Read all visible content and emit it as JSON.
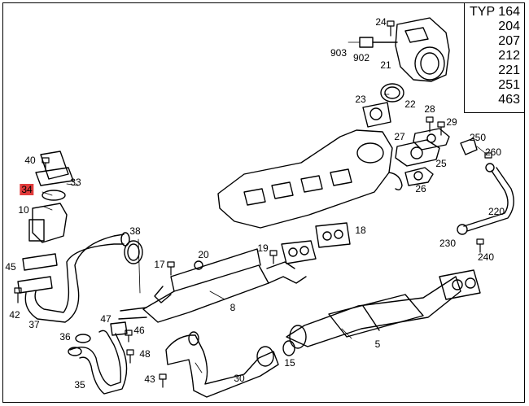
{
  "typ_box": {
    "prefix": "TYP",
    "types": [
      "164",
      "204",
      "207",
      "212",
      "221",
      "251",
      "463"
    ]
  },
  "highlight_color": "#e23b3b",
  "callouts": [
    {
      "id": "24",
      "highlighted": false
    },
    {
      "id": "903",
      "highlighted": false
    },
    {
      "id": "902",
      "highlighted": false
    },
    {
      "id": "21",
      "highlighted": false
    },
    {
      "id": "22",
      "highlighted": false
    },
    {
      "id": "23",
      "highlighted": false
    },
    {
      "id": "28",
      "highlighted": false
    },
    {
      "id": "29",
      "highlighted": false
    },
    {
      "id": "27",
      "highlighted": false
    },
    {
      "id": "250",
      "highlighted": false
    },
    {
      "id": "260",
      "highlighted": false
    },
    {
      "id": "25",
      "highlighted": false
    },
    {
      "id": "26",
      "highlighted": false
    },
    {
      "id": "220",
      "highlighted": false
    },
    {
      "id": "40",
      "highlighted": false
    },
    {
      "id": "33",
      "highlighted": false
    },
    {
      "id": "34",
      "highlighted": true
    },
    {
      "id": "10",
      "highlighted": false
    },
    {
      "id": "38",
      "highlighted": false
    },
    {
      "id": "18",
      "highlighted": false
    },
    {
      "id": "230",
      "highlighted": false
    },
    {
      "id": "240",
      "highlighted": false
    },
    {
      "id": "45",
      "highlighted": false
    },
    {
      "id": "20",
      "highlighted": false
    },
    {
      "id": "19",
      "highlighted": false
    },
    {
      "id": "17",
      "highlighted": false
    },
    {
      "id": "42",
      "highlighted": false
    },
    {
      "id": "8",
      "highlighted": false
    },
    {
      "id": "37",
      "highlighted": false
    },
    {
      "id": "47",
      "highlighted": false
    },
    {
      "id": "46",
      "highlighted": false
    },
    {
      "id": "36",
      "highlighted": false
    },
    {
      "id": "48",
      "highlighted": false
    },
    {
      "id": "5",
      "highlighted": false
    },
    {
      "id": "15",
      "highlighted": false
    },
    {
      "id": "43",
      "highlighted": false
    },
    {
      "id": "30",
      "highlighted": false
    },
    {
      "id": "35",
      "highlighted": false
    }
  ]
}
